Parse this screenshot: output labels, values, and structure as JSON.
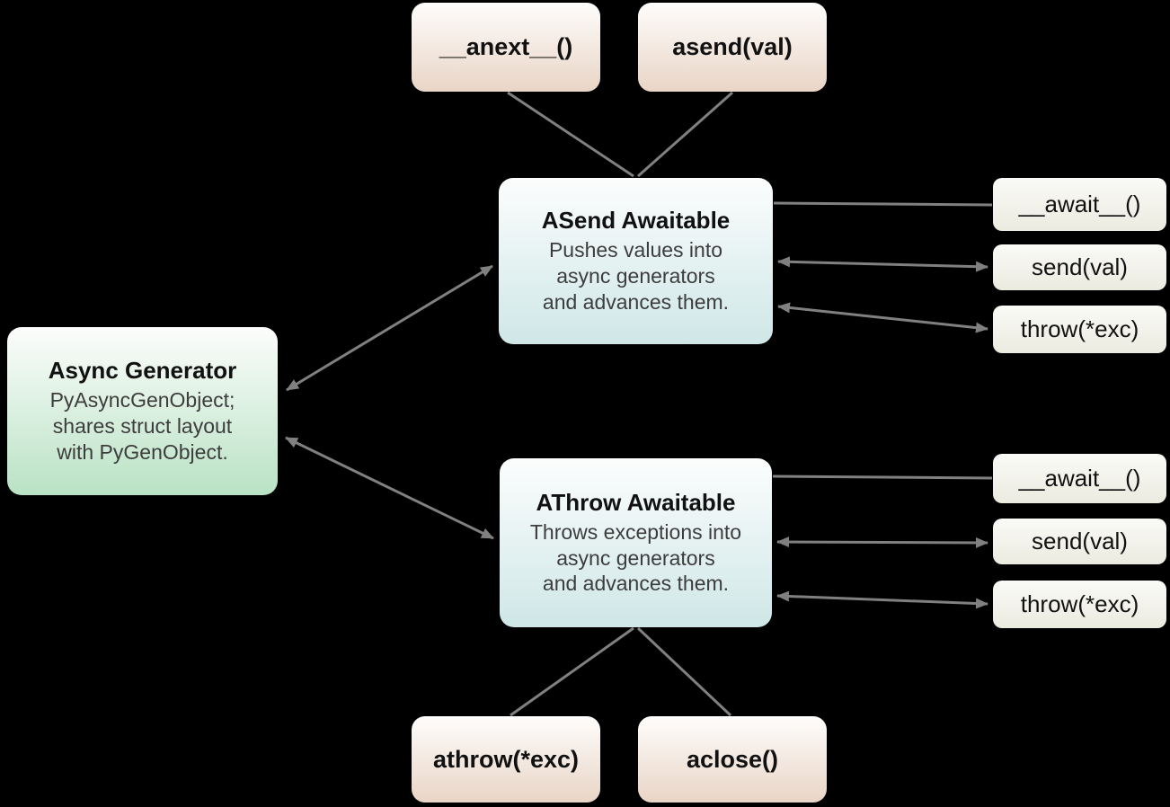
{
  "diagram_title": "Async generator awaitables diagram",
  "colors": {
    "background": "#000000",
    "arrow": "#808080",
    "method-top": "#fefdfc",
    "method-bottom": "#e9d5c6",
    "awaitable-top": "#fcfdfd",
    "awaitable-bottom": "#cfe7e7",
    "generator-top": "#fcfdfc",
    "generator-bottom": "#b9e2c4",
    "small-top": "#fafaf7",
    "small-bottom": "#ecebe0",
    "title-color": "#111111",
    "body-color": "#3d3d3d"
  },
  "nodes": {
    "anext": {
      "label": "__anext__()"
    },
    "asend": {
      "label": "asend(val)"
    },
    "asend_awaitable": {
      "title": "ASend Awaitable",
      "description": "Pushes values into\nasync generators\nand advances them."
    },
    "async_generator": {
      "title": "Async Generator",
      "description": "PyAsyncGenObject;\nshares struct layout\nwith PyGenObject."
    },
    "athrow_awaitable": {
      "title": "AThrow Awaitable",
      "description": "Throws exceptions into\nasync generators\nand advances them."
    },
    "asend_await": {
      "label": "__await__()"
    },
    "asend_send": {
      "label": "send(val)"
    },
    "asend_throw": {
      "label": "throw(*exc)"
    },
    "athrow_await": {
      "label": "__await__()"
    },
    "athrow_send": {
      "label": "send(val)"
    },
    "athrow_throw": {
      "label": "throw(*exc)"
    },
    "athrow_exc": {
      "label": "athrow(*exc)"
    },
    "aclose": {
      "label": "aclose()"
    }
  },
  "edges": [
    {
      "from": "anext",
      "to": "asend_awaitable",
      "style": "line"
    },
    {
      "from": "asend",
      "to": "asend_awaitable",
      "style": "line"
    },
    {
      "from": "async_generator",
      "to": "asend_awaitable",
      "style": "double-arrow"
    },
    {
      "from": "async_generator",
      "to": "athrow_awaitable",
      "style": "double-arrow"
    },
    {
      "from": "asend_awaitable",
      "to": "asend_await",
      "style": "line"
    },
    {
      "from": "asend_awaitable",
      "to": "asend_send",
      "style": "double-arrow"
    },
    {
      "from": "asend_awaitable",
      "to": "asend_throw",
      "style": "double-arrow"
    },
    {
      "from": "athrow_awaitable",
      "to": "athrow_await",
      "style": "line"
    },
    {
      "from": "athrow_awaitable",
      "to": "athrow_send",
      "style": "double-arrow"
    },
    {
      "from": "athrow_awaitable",
      "to": "athrow_throw",
      "style": "double-arrow"
    },
    {
      "from": "athrow_awaitable",
      "to": "athrow_exc",
      "style": "line"
    },
    {
      "from": "athrow_awaitable",
      "to": "aclose",
      "style": "line"
    }
  ]
}
